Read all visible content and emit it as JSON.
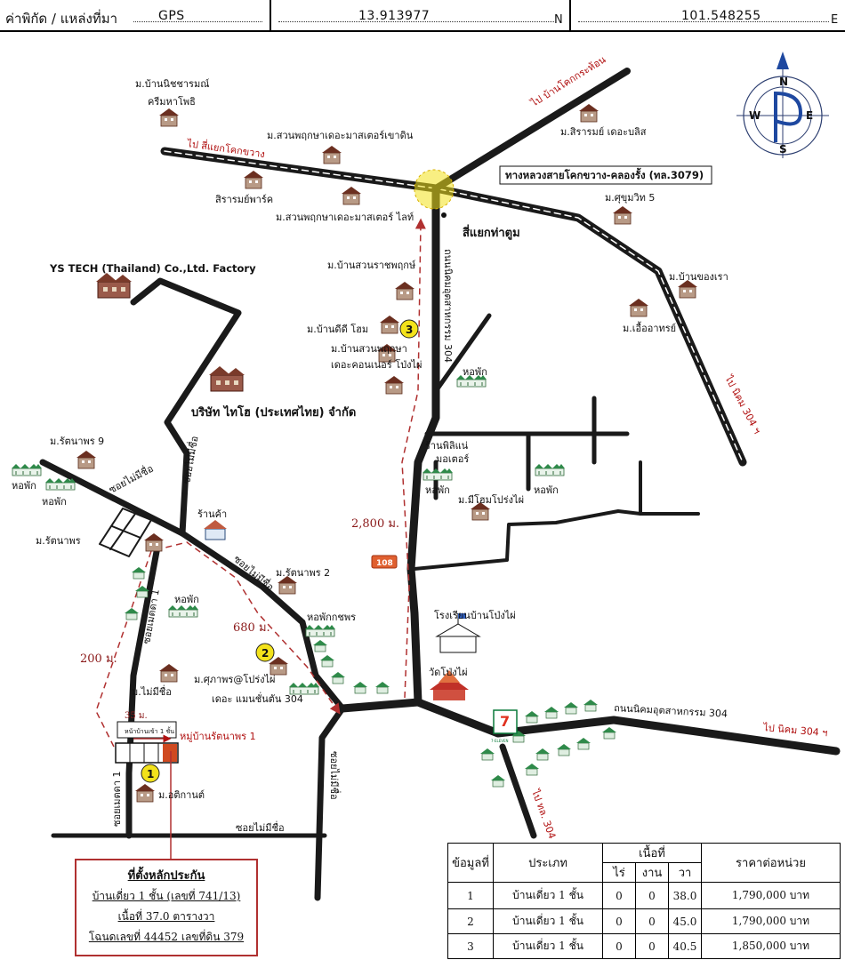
{
  "header": {
    "coord_label": "ค่าพิกัด / แหล่งที่มา",
    "source": "GPS",
    "lat": "13.913977",
    "lat_suffix": "N",
    "lon": "101.548255",
    "lon_suffix": "E"
  },
  "compass": {
    "n": "N",
    "s": "S",
    "e": "E",
    "w": "W"
  },
  "roads": {
    "main_road": "ทางหลวงสายโคกขวาง-คลองรั้ง (ทล.3079)",
    "to_kok_kwang": "ไป สี่แยกโคกขวาง",
    "to_kok_kra_hon": "ไป บ้านโคกกระห้อน",
    "to_nikhom_ne": "ไป นิคม 304 ฯ",
    "to_nikhom_e": "ไป นิคม 304 ฯ",
    "to_tl304": "ไป ทล. 304",
    "industrial_rd_v": "ถนนนิคมอุตสาหกรรม 304",
    "industrial_rd_h": "ถนนนิคมอุตสาหกรรม 304",
    "junction": "สี่แยกท่าตูม",
    "soi_1": "ซอยไม่มีชื่อ",
    "soi_2": "ซอยไม่มีชื่อ",
    "soi_3": "ซอยไม่มีชื่อ",
    "soi_4": "ซอยไม่มีชื่อ",
    "soi_5": "ซอยไม่มีชื่อ",
    "soi_mettada_1": "ซอยเมตดา 1",
    "soi_mettada_2": "ซอยเมตดา 1"
  },
  "places": {
    "nichcharam": "ม.บ้านนิชชารมณ์",
    "krimha": "ครีมหาโพธิ",
    "suanphruksa_khaodin": "ม.สวนพฤกษาเดอะมาสเตอร์เขาดิน",
    "sirarom_park": "สิรารมย์พาร์ค",
    "suanphruksa_light": "ม.สวนพฤกษาเดอะมาสเตอร์ ไลท์",
    "sirarom_bliss": "ม.สิรารมย์ เดอะบลิส",
    "sukhumvit5": "ม.ศุขุมวิท 5",
    "khongrao": "ม.บ้านของเรา",
    "ueaarthorn": "ม.เอื้ออาทรย์",
    "suanrachaphruek": "ม.บ้านสวนราชพฤกษ์",
    "baan_d_home": "ม.บ้านดีดี โฮม",
    "suanphruksa_connect_1": "ม.บ้านสวนพฤกษา",
    "suanphruksa_connect_2": "เดอะคอนเนอร์ โป่งไผ่",
    "ys_tech": "YS TECH (Thailand) Co.,Ltd. Factory",
    "taiho": "บริษัท ไทโฮ (ประเทศไทย) จำกัด",
    "dorm_1": "หอพัก",
    "shop_1": "ร้านพิลิแน่",
    "shop_2": "มอเตอร์",
    "dorm_2": "หอพัก",
    "dorm_3": "หอพัก",
    "mimi_home": "ม.มีโฮมโปร่งไผ่",
    "rattanaporn9": "ม.รัตนาพร 9",
    "dorm_4": "หอพัก",
    "dorm_5": "หอพัก",
    "rattanaporn": "ม.รัตนาพร",
    "shop_3": "ร้านค้า",
    "rattanaporn2": "ม.รัตนาพร 2",
    "dorm_6": "หอพัก",
    "dorm_kotchaporn": "หอพักกชพร",
    "school": "โรงเรียนบ้านโป่งไผ่",
    "temple": "วัดโป่งไผ่",
    "supaporn": "ม.ศุภาพร@โปร่งไผ่",
    "the_mansion": "เดอะ แมนชั่นตัน 304",
    "mai_mi_chue": "ม.ไม่มีชื่อ",
    "atikan": "ม.อติกานต์",
    "village_rattanaporn1": "หมู่บ้านรัตนาพร 1",
    "parking": "หน้าบ้านเข้า 1 ชั้น",
    "store_7_11": "7-ELEVEN",
    "hwy_shield": "108"
  },
  "distances": {
    "d1": "2,800 ม.",
    "d2": "680 ม.",
    "d3": "200 ม.",
    "d4": "35 ม."
  },
  "markers": {
    "m1": "1",
    "m2": "2",
    "m3": "3"
  },
  "collateral": {
    "title": "ที่ตั้งหลักประกัน",
    "line1": "บ้านเดี่ยว 1 ชั้น (เลขที่ 741/13)",
    "line2": "เนื้อที่ 37.0 ตารางวา",
    "line3": "โฉนดเลขที่ 44452 เลขที่ดิน 379"
  },
  "table": {
    "headers": {
      "no": "ข้อมูลที่",
      "type": "ประเภท",
      "area": "เนื้อที่",
      "rai": "ไร่",
      "ngan": "งาน",
      "wa": "วา",
      "price": "ราคาต่อหน่วย"
    },
    "rows": [
      {
        "no": "1",
        "type": "บ้านเดี่ยว 1 ชั้น",
        "rai": "0",
        "ngan": "0",
        "wa": "38.0",
        "price": "1,790,000 บาท"
      },
      {
        "no": "2",
        "type": "บ้านเดี่ยว 1 ชั้น",
        "rai": "0",
        "ngan": "0",
        "wa": "45.0",
        "price": "1,790,000 บาท"
      },
      {
        "no": "3",
        "type": "บ้านเดี่ยว 1 ชั้น",
        "rai": "0",
        "ngan": "0",
        "wa": "40.5",
        "price": "1,850,000 บาท"
      }
    ]
  },
  "colors": {
    "road": "#1a1a1a",
    "route": "#b03030",
    "marker": "#f3e21b",
    "house": "#7a3a2a",
    "dorm": "#2f8a4a"
  }
}
